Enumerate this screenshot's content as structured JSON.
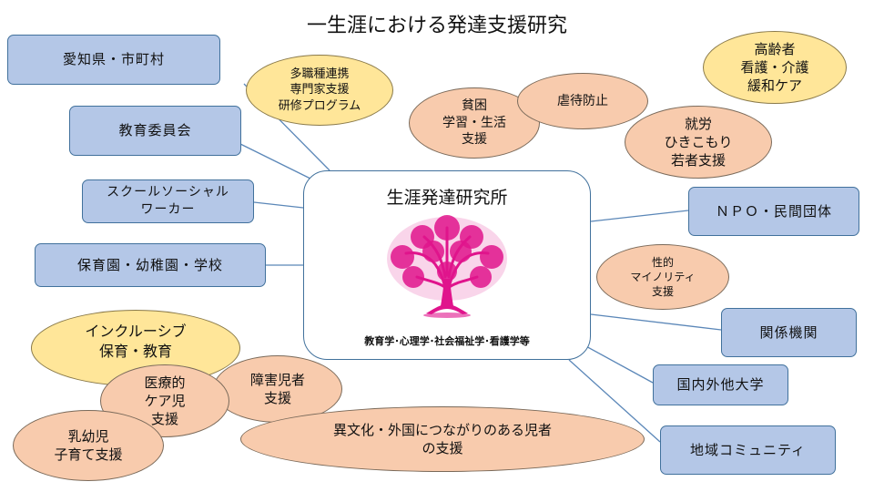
{
  "title": "一生涯における発達支援研究",
  "center": {
    "title": "生涯発達研究所",
    "subtitle": "教育学･心理学･社会福祉学･看護学等"
  },
  "boxes": {
    "aichi": "愛知県・市町村",
    "kyoiku_iinkai": "教育委員会",
    "ssw": "スクールソーシャル\nワーカー",
    "hoikuen": "保育園・幼稚園・学校",
    "npo": "ＮＰＯ・民間団体",
    "kankei": "関係機関",
    "daigaku": "国内外他大学",
    "chiiki": "地域コミュニティ"
  },
  "ovals": {
    "tashokushu": "多職種連携\n専門家支援\n研修プログラム",
    "hinkon": "貧困\n学習・生活\n支援",
    "gyakutai": "虐待防止",
    "koreisha": "高齢者\n看護・介護\n緩和ケア",
    "shuro": "就労\nひきこもり\n若者支援",
    "seiteki": "性的\nマイノリティ\n支援",
    "inclusive": "インクルーシブ\n保育・教育",
    "iryo": "医療的\nケア児\n支援",
    "shogai": "障害児者\n支援",
    "nyuyoji": "乳幼児\n子育て支援",
    "ibunka": "異文化・外国につながりのある児者\nの支援"
  },
  "colors": {
    "box_fill": "#b4c7e7",
    "box_border": "#41719c",
    "oval_yellow": "#ffe699",
    "oval_peach": "#f8cbad",
    "tree": "#e0148c",
    "connector": "#5b87b8"
  }
}
